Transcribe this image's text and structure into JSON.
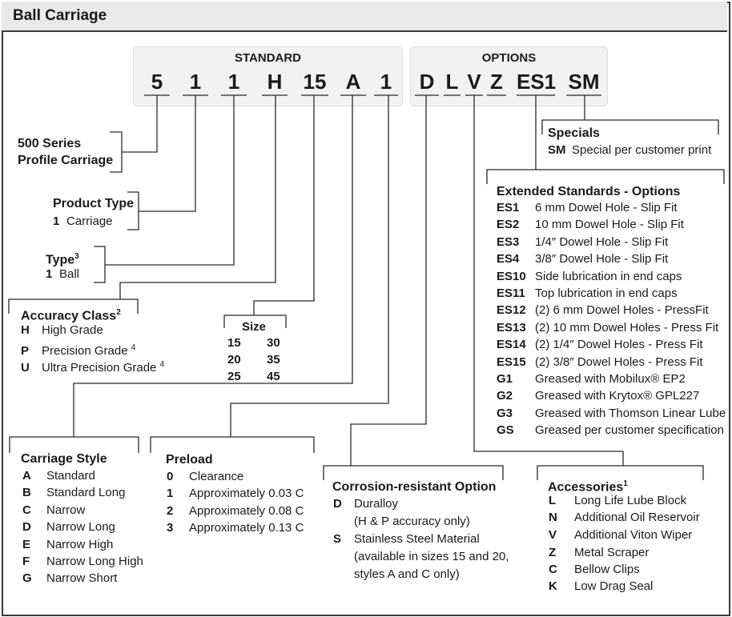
{
  "title": "Ball Carriage",
  "standard_label": "STANDARD",
  "options_label": "OPTIONS",
  "codes": [
    "5",
    "1",
    "1",
    "H",
    "15",
    "A",
    "1",
    "D",
    "L",
    "V",
    "Z",
    "ES1",
    "SM"
  ],
  "series": {
    "line1": "500 Series",
    "line2": "Profile Carriage"
  },
  "product_type": {
    "title": "Product Type",
    "code": "1",
    "label": "Carriage"
  },
  "type": {
    "title": "Type",
    "sup": "3",
    "code": "1",
    "label": "Ball"
  },
  "accuracy": {
    "title": "Accuracy Class",
    "sup": "2",
    "items": [
      {
        "k": "H",
        "v": "High Grade",
        "sup": ""
      },
      {
        "k": "P",
        "v": "Precision Grade",
        "sup": "4"
      },
      {
        "k": "U",
        "v": "Ultra Precision Grade",
        "sup": "4"
      }
    ]
  },
  "size": {
    "title": "Size",
    "values": [
      [
        "15",
        "30"
      ],
      [
        "20",
        "35"
      ],
      [
        "25",
        "45"
      ]
    ]
  },
  "carriage_style": {
    "title": "Carriage Style",
    "items": [
      {
        "k": "A",
        "v": "Standard"
      },
      {
        "k": "B",
        "v": "Standard Long"
      },
      {
        "k": "C",
        "v": "Narrow"
      },
      {
        "k": "D",
        "v": "Narrow Long"
      },
      {
        "k": "E",
        "v": "Narrow High"
      },
      {
        "k": "F",
        "v": "Narrow Long High"
      },
      {
        "k": "G",
        "v": "Narrow Short"
      }
    ]
  },
  "preload": {
    "title": "Preload",
    "items": [
      {
        "k": "0",
        "v": "Clearance"
      },
      {
        "k": "1",
        "v": "Approximately 0.03 C"
      },
      {
        "k": "2",
        "v": "Approximately 0.08 C"
      },
      {
        "k": "3",
        "v": "Approximately 0.13 C"
      }
    ]
  },
  "corrosion": {
    "title": "Corrosion-resistant Option",
    "d_code": "D",
    "d_label": "Duralloy",
    "d_note": "(H & P accuracy only)",
    "s_code": "S",
    "s_label": "Stainless Steel Material",
    "s_note1": "(available in sizes 15 and 20,",
    "s_note2": "styles A and C only)"
  },
  "accessories": {
    "title": "Accessories",
    "sup": "1",
    "items": [
      {
        "k": "L",
        "v": "Long Life Lube Block"
      },
      {
        "k": "N",
        "v": "Additional Oil Reservoir"
      },
      {
        "k": "V",
        "v": "Additional Viton Wiper"
      },
      {
        "k": "Z",
        "v": "Metal Scraper"
      },
      {
        "k": "C",
        "v": "Bellow Clips"
      },
      {
        "k": "K",
        "v": "Low Drag Seal"
      }
    ]
  },
  "specials": {
    "title": "Specials",
    "code": "SM",
    "label": "Special per customer print"
  },
  "extended": {
    "title": "Extended Standards - Options",
    "items": [
      {
        "k": "ES1",
        "v": "6 mm Dowel Hole - Slip Fit"
      },
      {
        "k": "ES2",
        "v": "10 mm Dowel Hole - Slip Fit"
      },
      {
        "k": "ES3",
        "v": "1/4″ Dowel Hole - Slip Fit"
      },
      {
        "k": "ES4",
        "v": "3/8″ Dowel Hole - Slip Fit"
      },
      {
        "k": "ES10",
        "v": "Side lubrication in end caps"
      },
      {
        "k": "ES11",
        "v": "Top lubrication in end caps"
      },
      {
        "k": "ES12",
        "v": "(2) 6 mm Dowel Holes - PressFit"
      },
      {
        "k": "ES13",
        "v": "(2) 10 mm Dowel Holes - Press Fit"
      },
      {
        "k": "ES14",
        "v": "(2) 1/4″ Dowel Holes - Press Fit"
      },
      {
        "k": "ES15",
        "v": "(2) 3/8″ Dowel Holes - Press Fit"
      },
      {
        "k": "G1",
        "v": "Greased with Mobilux® EP2"
      },
      {
        "k": "G2",
        "v": "Greased with Krytox® GPL227"
      },
      {
        "k": "G3",
        "v": "Greased with Thomson Linear Lube"
      },
      {
        "k": "GS",
        "v": "Greased per customer specification"
      }
    ]
  }
}
